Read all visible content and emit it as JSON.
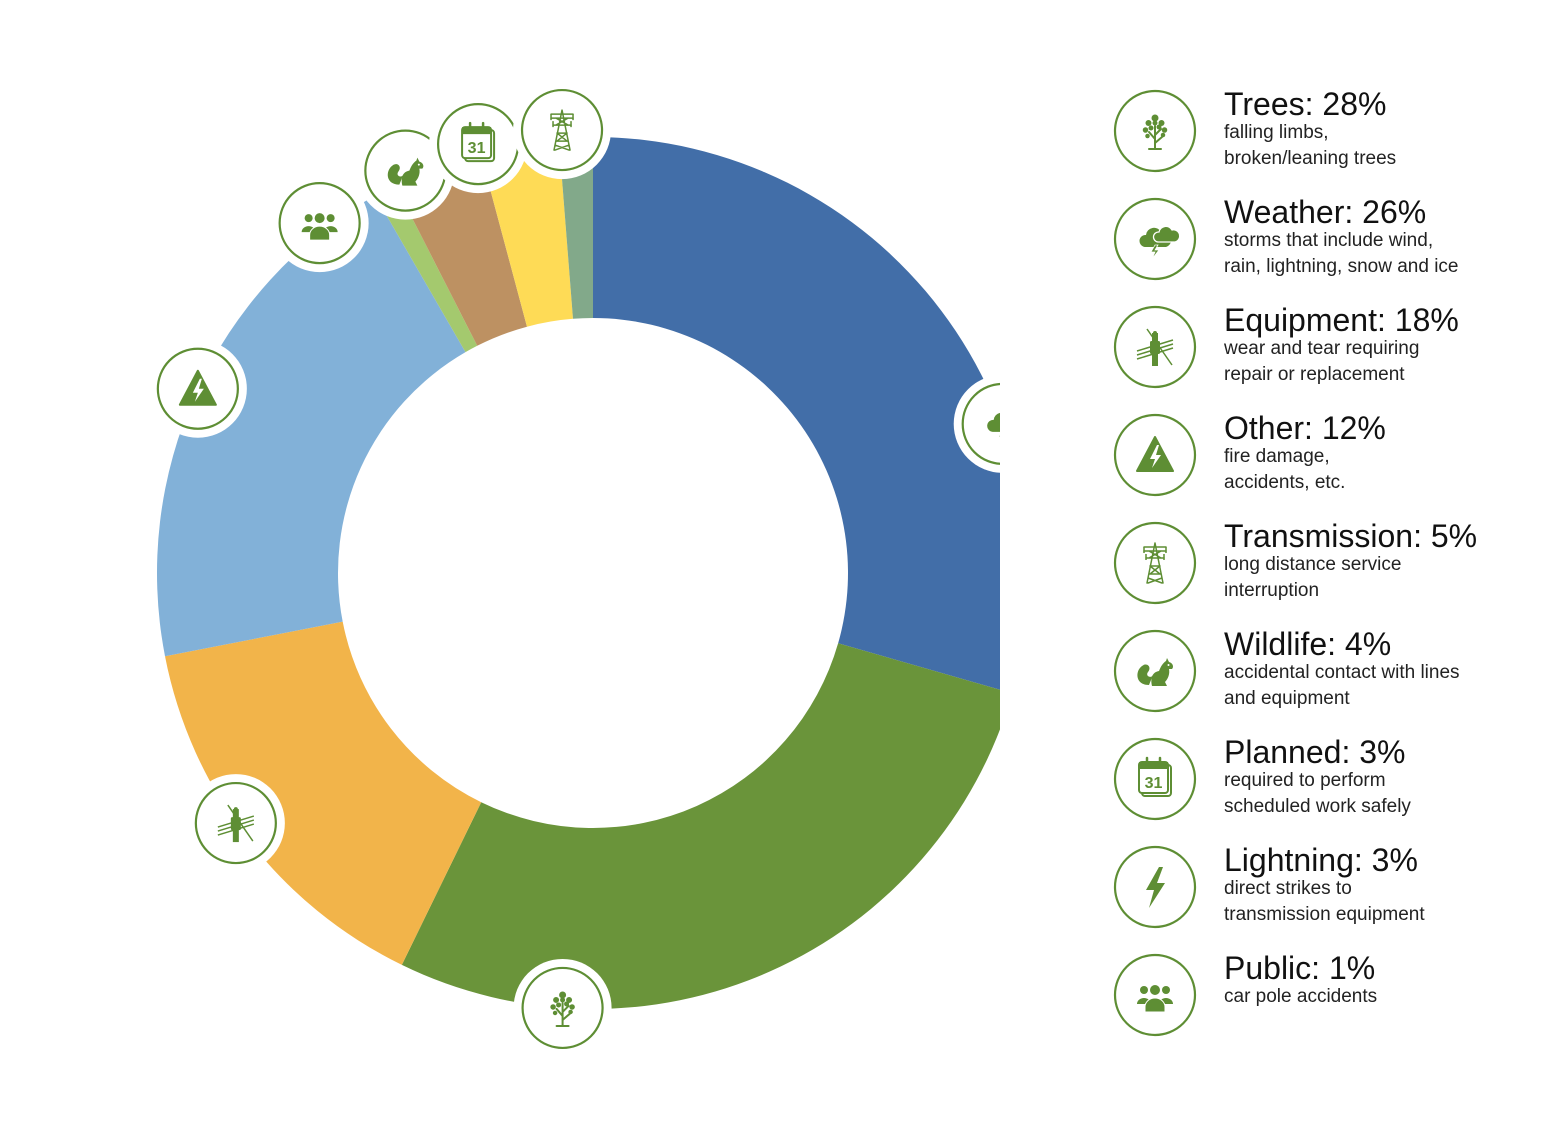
{
  "chart_data": {
    "type": "pie",
    "subtype": "donut",
    "categories": [
      "Trees",
      "Weather",
      "Equipment",
      "Other",
      "Transmission",
      "Wildlife",
      "Planned",
      "Lightning",
      "Public"
    ],
    "values": [
      28,
      26,
      18,
      12,
      5,
      4,
      3,
      3,
      1
    ],
    "unit": "%",
    "order_clockwise_from_top": [
      "Weather",
      "Trees",
      "Equipment",
      "Other",
      "Public",
      "Wildlife",
      "Planned",
      "Transmission"
    ],
    "colors": {
      "Weather": "#426EA8",
      "Trees": "#6A943A",
      "Equipment": "#F2B44A",
      "Other": "#82B1D8",
      "Public": "#A4C96E",
      "Wildlife": "#BD9162",
      "Planned": "#FEDB56",
      "Transmission": "#82A98A"
    },
    "legend_placement": "right"
  },
  "icon_color": "#5E8E34",
  "legend": [
    {
      "icon": "tree-icon",
      "title": "Trees: 28%",
      "desc1": "falling limbs,",
      "desc2": "broken/leaning trees"
    },
    {
      "icon": "storm-cloud-icon",
      "title": "Weather: 26%",
      "desc1": "storms that include wind,",
      "desc2": "rain, lightning, snow and ice"
    },
    {
      "icon": "utility-pole-icon",
      "title": "Equipment: 18%",
      "desc1": "wear and tear requiring",
      "desc2": "repair or replacement"
    },
    {
      "icon": "warning-triangle-icon",
      "title": "Other: 12%",
      "desc1": "fire damage,",
      "desc2": "accidents, etc."
    },
    {
      "icon": "transmission-tower-icon",
      "title": "Transmission: 5%",
      "desc1": "long distance service",
      "desc2": "interruption"
    },
    {
      "icon": "squirrel-icon",
      "title": "Wildlife: 4%",
      "desc1": "accidental contact with lines",
      "desc2": "and equipment"
    },
    {
      "icon": "calendar-icon",
      "title": "Planned: 3%",
      "desc1": "required to perform",
      "desc2": "scheduled work safely"
    },
    {
      "icon": "lightning-bolt-icon",
      "title": "Lightning: 3%",
      "desc1": "direct strikes to",
      "desc2": "transmission equipment"
    },
    {
      "icon": "people-icon",
      "title": "Public: 1%",
      "desc1": "car pole accidents",
      "desc2": ""
    }
  ],
  "calendar_number": "31"
}
